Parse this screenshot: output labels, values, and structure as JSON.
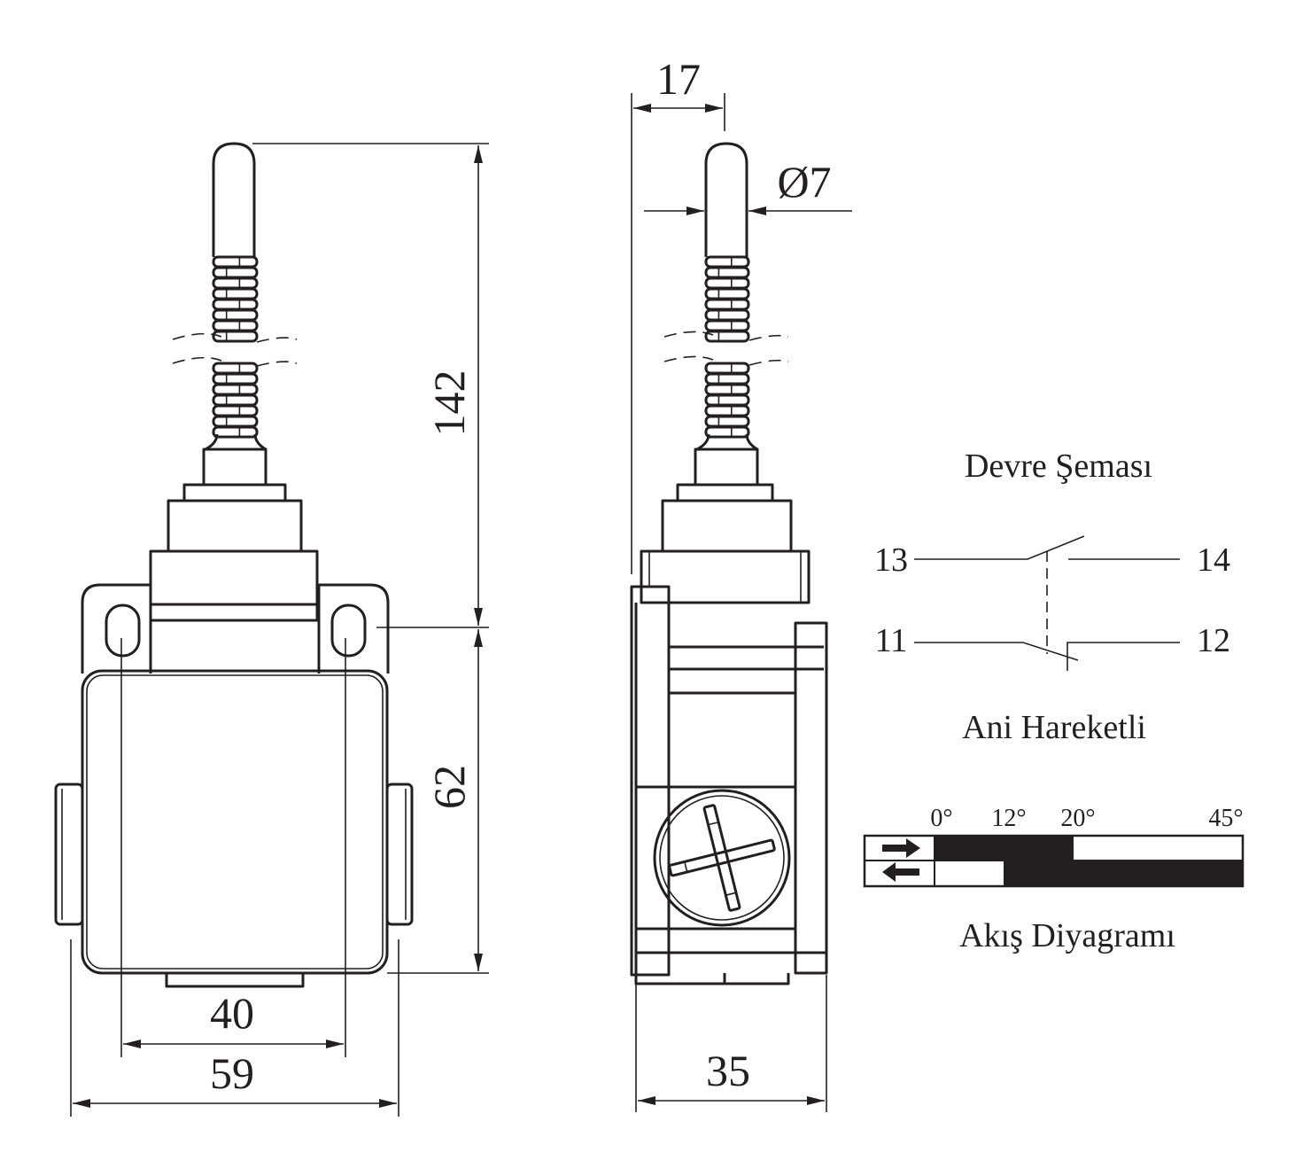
{
  "dimensions": {
    "total_height": "142",
    "body_height": "62",
    "mount_spacing": "40",
    "body_width": "59",
    "side_depth": "35",
    "rod_offset": "17",
    "rod_diameter": "Ø7"
  },
  "circuit": {
    "title": "Devre Şeması",
    "terminals": {
      "no_in": "13",
      "no_out": "14",
      "nc_in": "11",
      "nc_out": "12"
    },
    "type_label": "Ani Hareketli"
  },
  "flow_diagram": {
    "title": "Akış Diyagramı",
    "angles": [
      "0°",
      "12°",
      "20°",
      "45°"
    ],
    "rows": [
      {
        "direction": "forward",
        "icon": "arrow-right-icon",
        "closed_from_deg": 0,
        "closed_to_deg": 20
      },
      {
        "direction": "return",
        "icon": "arrow-left-icon",
        "closed_from_deg": 12,
        "closed_to_deg": 45
      }
    ]
  },
  "colors": {
    "ink": "#231f20",
    "paper": "#ffffff"
  }
}
